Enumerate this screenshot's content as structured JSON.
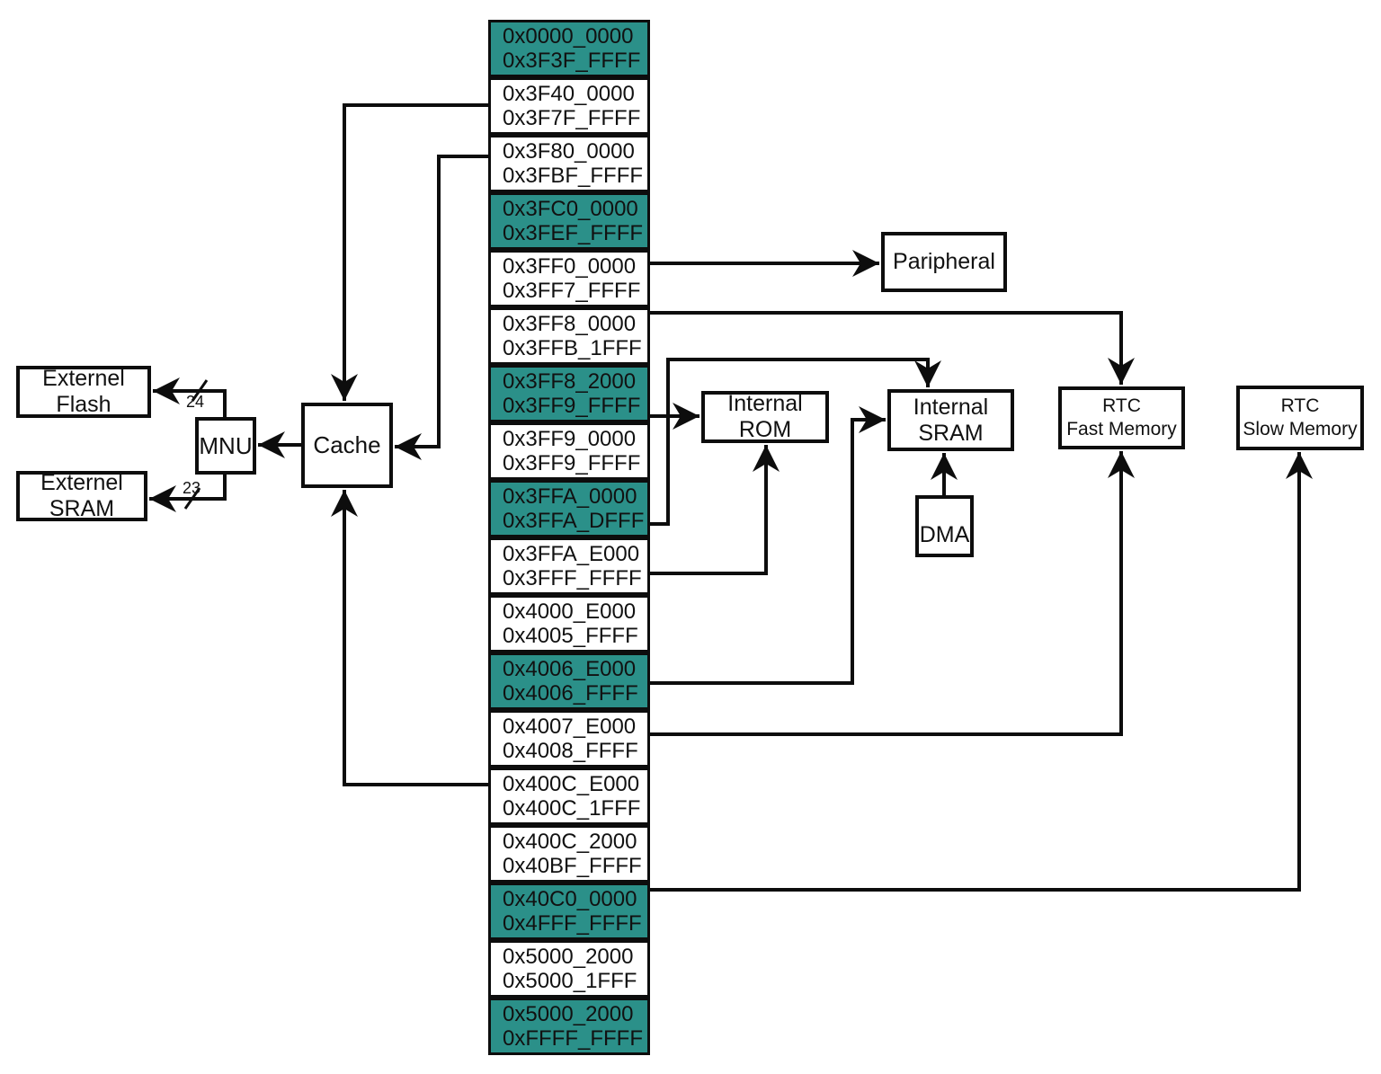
{
  "colors": {
    "highlight": "#2b9089",
    "line": "#0d0d0d",
    "background": "#ffffff"
  },
  "memory_map": {
    "cells": [
      {
        "start": "0x0000_0000",
        "end": "0x3F3F_FFFF",
        "highlighted": true
      },
      {
        "start": "0x3F40_0000",
        "end": "0x3F7F_FFFF",
        "highlighted": false
      },
      {
        "start": "0x3F80_0000",
        "end": "0x3FBF_FFFF",
        "highlighted": false
      },
      {
        "start": "0x3FC0_0000",
        "end": "0x3FEF_FFFF",
        "highlighted": true
      },
      {
        "start": "0x3FF0_0000",
        "end": "0x3FF7_FFFF",
        "highlighted": false
      },
      {
        "start": "0x3FF8_0000",
        "end": "0x3FFB_1FFF",
        "highlighted": false
      },
      {
        "start": "0x3FF8_2000",
        "end": "0x3FF9_FFFF",
        "highlighted": true
      },
      {
        "start": "0x3FF9_0000",
        "end": "0x3FF9_FFFF",
        "highlighted": false
      },
      {
        "start": "0x3FFA_0000",
        "end": "0x3FFA_DFFF",
        "highlighted": true
      },
      {
        "start": "0x3FFA_E000",
        "end": "0x3FFF_FFFF",
        "highlighted": false
      },
      {
        "start": "0x4000_E000",
        "end": "0x4005_FFFF",
        "highlighted": false
      },
      {
        "start": "0x4006_E000",
        "end": "0x4006_FFFF",
        "highlighted": true
      },
      {
        "start": "0x4007_E000",
        "end": "0x4008_FFFF",
        "highlighted": false
      },
      {
        "start": "0x400C_E000",
        "end": "0x400C_1FFF",
        "highlighted": false
      },
      {
        "start": "0x400C_2000",
        "end": "0x40BF_FFFF",
        "highlighted": false
      },
      {
        "start": "0x40C0_0000",
        "end": "0x4FFF_FFFF",
        "highlighted": true
      },
      {
        "start": "0x5000_2000",
        "end": "0x5000_1FFF",
        "highlighted": false
      },
      {
        "start": "0x5000_2000",
        "end": "0xFFFF_FFFF",
        "highlighted": true
      }
    ]
  },
  "components": {
    "externel_flash": {
      "line1": "Externel",
      "line2": "Flash"
    },
    "externel_sram": {
      "line1": "Externel",
      "line2": "SRAM"
    },
    "mnu": {
      "line1": "MNU"
    },
    "cache": {
      "line1": "Cache"
    },
    "paripheral": {
      "line1": "Paripheral"
    },
    "internal_rom": {
      "line1": "Internal",
      "line2": "ROM"
    },
    "internal_sram": {
      "line1": "Internal",
      "line2": "SRAM"
    },
    "dma": {
      "line1": "DMA"
    },
    "rtc_fast_memory": {
      "line1": "RTC",
      "line2": "Fast Memory"
    },
    "rtc_slow_memory": {
      "line1": "RTC",
      "line2": "Slow Memory"
    }
  },
  "bus_labels": {
    "flash_bus_width": "24",
    "sram_bus_width": "23"
  },
  "connections": [
    {
      "from": "cell 0x3F40_0000",
      "to": "cache top"
    },
    {
      "from": "cell 0x3F80_0000",
      "to": "cache right"
    },
    {
      "from": "cache",
      "to": "mnu"
    },
    {
      "from": "mnu",
      "to": "externel flash",
      "bus_width": "24"
    },
    {
      "from": "mnu",
      "to": "externel sram",
      "bus_width": "23"
    },
    {
      "from": "cell 0x400C_E000",
      "to": "cache bottom"
    },
    {
      "from": "cell 0x3FF0_0000",
      "to": "paripheral"
    },
    {
      "from": "cell 0x3FF8_0000",
      "to": "rtc fast memory top"
    },
    {
      "from": "cell 0x3FF8_2000",
      "to": "internal rom left"
    },
    {
      "from": "cell 0x3FFA_0000",
      "to": "internal sram top"
    },
    {
      "from": "cell 0x3FFA_E000",
      "to": "internal rom bottom"
    },
    {
      "from": "cell 0x4006_E000",
      "to": "internal sram left"
    },
    {
      "from": "cell 0x4007_E000",
      "to": "rtc fast memory bottom"
    },
    {
      "from": "cell 0x40C0_0000",
      "to": "rtc slow memory bottom"
    },
    {
      "from": "dma",
      "to": "internal sram bottom"
    }
  ]
}
